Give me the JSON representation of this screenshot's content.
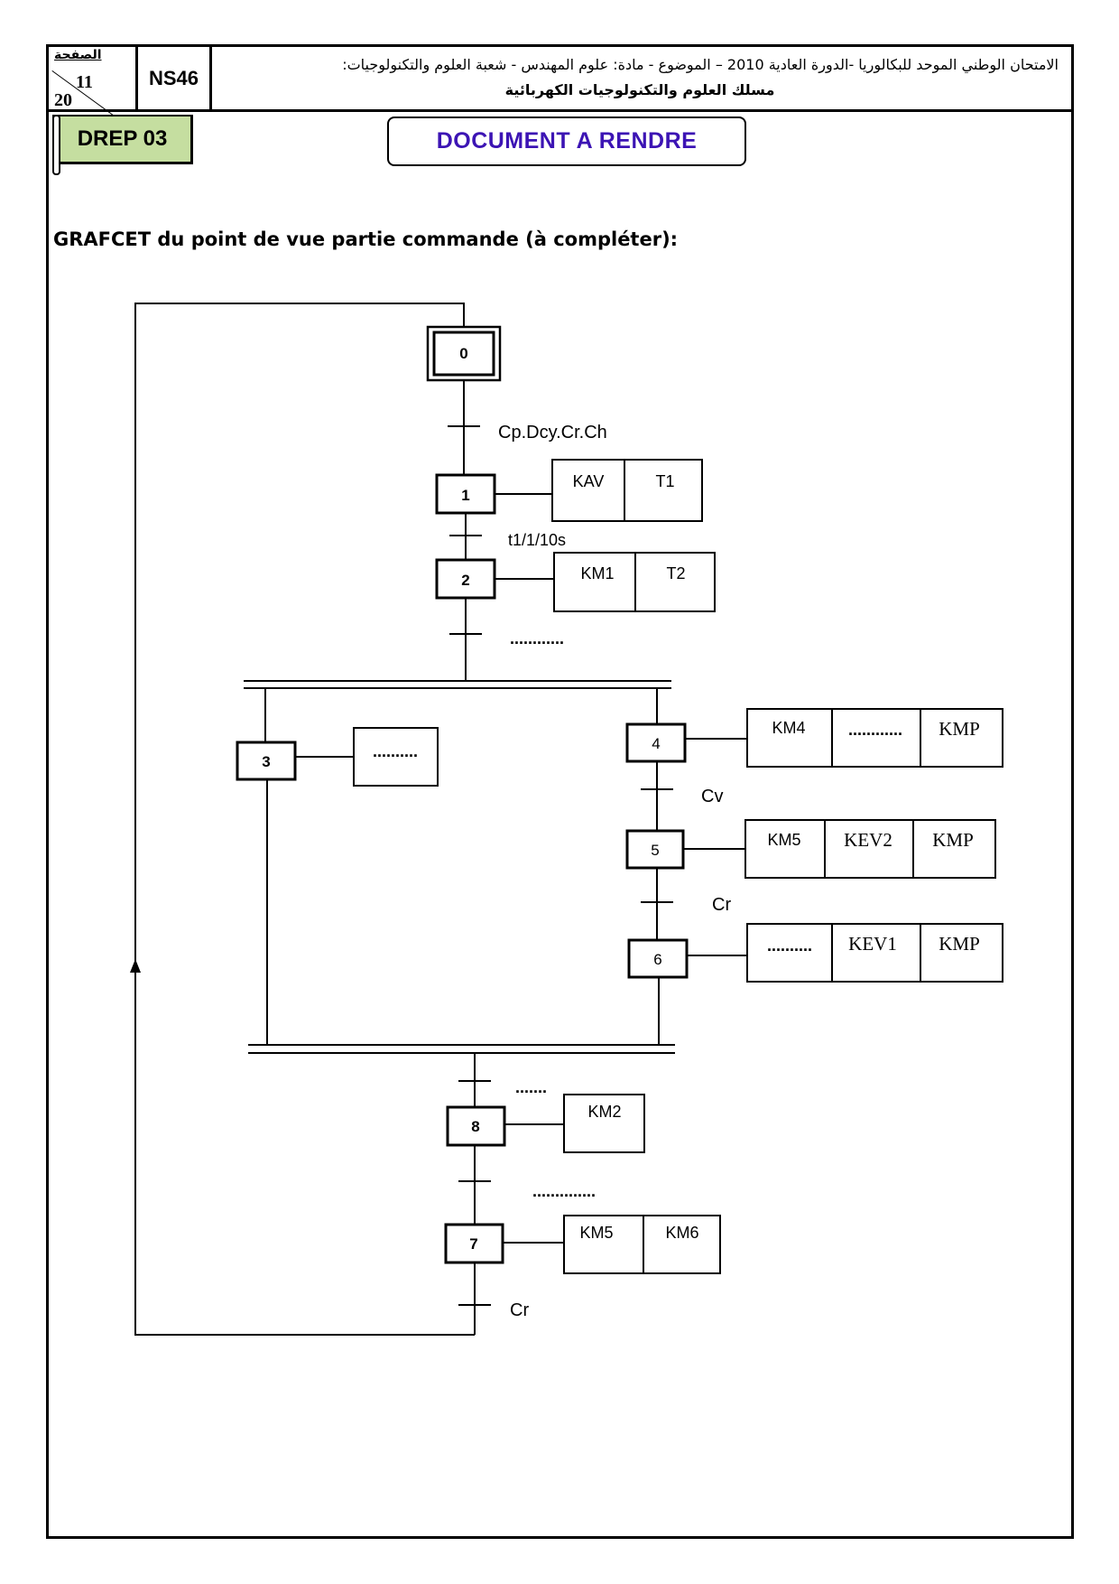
{
  "header": {
    "page_label": "الصفحة",
    "page_number": "11",
    "page_total": "20",
    "exam_code": "NS46",
    "title_line1": "الامتحان الوطني الموحد للبكالوريا -الدورة العادية 2010 – الموضوع - مادة: علوم المهندس - شعبة العلوم والتكنولوجيات:",
    "title_line2": "مسلك العلوم والتكنولوجيات الكهربائية"
  },
  "drep_label": "DREP 03",
  "document_title": "DOCUMENT A RENDRE",
  "subtitle": "GRAFCET  du point de vue partie commande (à compléter):",
  "grafcet": {
    "steps": {
      "s0": "0",
      "s1": "1",
      "s2": "2",
      "s3": "3",
      "s4": "4",
      "s5": "5",
      "s6": "6",
      "s7": "7",
      "s8": "8"
    },
    "receptivities": {
      "t01": "Cp.Dcy.Cr.Ch",
      "t12": "t1/1/10s",
      "t2": "............",
      "t46": "Cv",
      "t56": "Cr",
      "tjoin": ".......",
      "t87": "..............",
      "t70": "Cr"
    },
    "actions": {
      "a1": [
        "KAV",
        "T1"
      ],
      "a2": [
        "KM1",
        "T2"
      ],
      "a3": [
        ".........."
      ],
      "a4": [
        "KM4",
        "............",
        "KMP"
      ],
      "a5": [
        "KM5",
        "KEV2",
        "KMP"
      ],
      "a6": [
        "..........",
        "KEV1",
        "KMP"
      ],
      "a8": [
        "KM2"
      ],
      "a7": [
        "KM5",
        "KM6"
      ]
    }
  }
}
